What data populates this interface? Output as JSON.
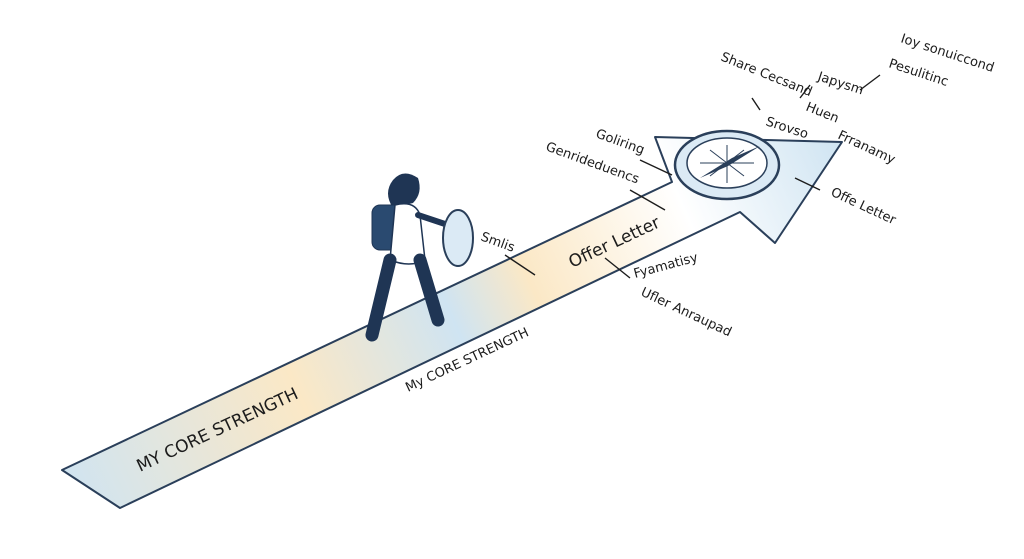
{
  "arrow": {
    "tail_label": "MY CORE STRENGTH",
    "under_label": "My CORE STRENGTH",
    "mid_label": "Offer Letter"
  },
  "annotations": {
    "smils": "Smlis",
    "goliring": "Goliring",
    "genrideduencs": "Genrideduencs",
    "fyamatisy": "Fyamatisy",
    "ufler": "Ufler Anraupad",
    "offe_letter": "Offe Letter",
    "share": "Share Cecsand",
    "japysm": "Japysm",
    "huen": "Huen",
    "srovso": "Srovso",
    "frranamy": "Frranamy",
    "pesulitinc": "Pesulitinc",
    "ioy": "Ioy sonuiccond"
  },
  "colors": {
    "outline": "#2a3f5a",
    "blue": "#cfe4f2",
    "cream": "#fbe8c6",
    "figure": "#1f3554"
  }
}
